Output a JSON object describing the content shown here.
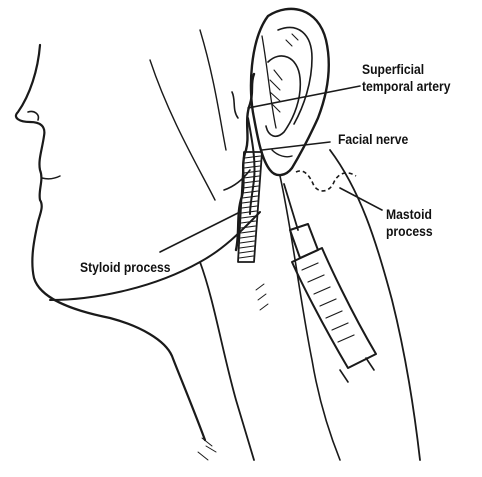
{
  "labels": {
    "superficial_temporal_artery": [
      "Superficial",
      "temporal artery"
    ],
    "facial_nerve": "Facial nerve",
    "mastoid_process": [
      "Mastoid",
      "process"
    ],
    "styloid_process": "Styloid process"
  },
  "colors": {
    "ink": "#1a1a1a",
    "background": "#ffffff"
  }
}
